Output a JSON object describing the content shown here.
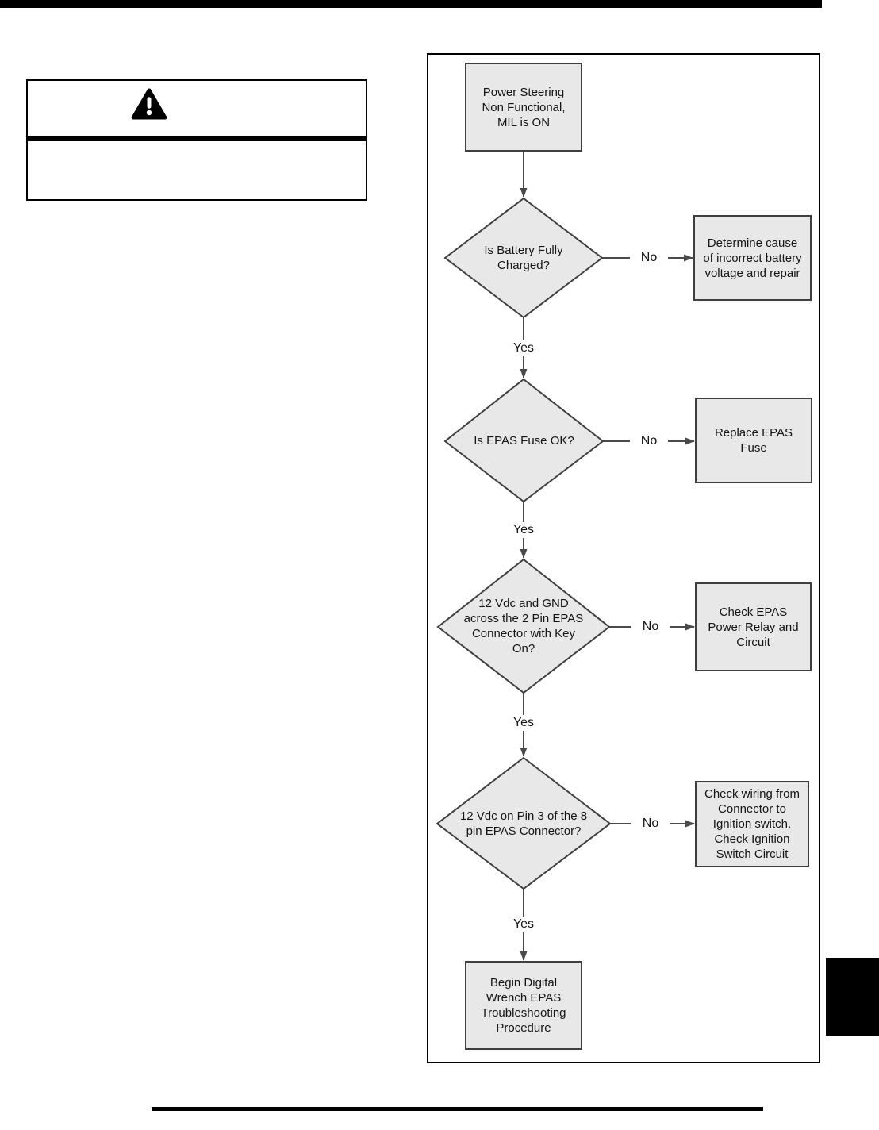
{
  "page": {
    "colors": {
      "node_fill": "#e8e8e8",
      "node_border": "#3f3f3f",
      "connector": "#4a4a4a",
      "page_rule": "#000000"
    }
  },
  "warning": {
    "icon": "warning-triangle"
  },
  "flowchart": {
    "labels": {
      "yes": "Yes",
      "no": "No"
    },
    "nodes": [
      {
        "id": "start",
        "type": "process",
        "lines": [
          "Power Steering",
          "Non Functional,",
          "MIL is ON"
        ]
      },
      {
        "id": "battery-check",
        "type": "decision",
        "lines": [
          "Is Battery Fully",
          "Charged?"
        ]
      },
      {
        "id": "battery-action",
        "type": "process",
        "lines": [
          "Determine cause",
          "of incorrect battery",
          "voltage and repair"
        ]
      },
      {
        "id": "fuse-check",
        "type": "decision",
        "lines": [
          "Is EPAS Fuse OK?"
        ]
      },
      {
        "id": "fuse-action",
        "type": "process",
        "lines": [
          "Replace EPAS",
          "Fuse"
        ]
      },
      {
        "id": "connector2-check",
        "type": "decision",
        "lines": [
          "12 Vdc and GND",
          "across the 2 Pin EPAS",
          "Connector with Key",
          "On?"
        ]
      },
      {
        "id": "relay-action",
        "type": "process",
        "lines": [
          "Check EPAS",
          "Power Relay and",
          "Circuit"
        ]
      },
      {
        "id": "connector8-check",
        "type": "decision",
        "lines": [
          "12 Vdc on Pin 3 of the 8",
          "pin EPAS Connector?"
        ]
      },
      {
        "id": "wiring-action",
        "type": "process",
        "lines": [
          "Check wiring from",
          "Connector to",
          "Ignition switch.",
          "Check Ignition",
          "Switch Circuit"
        ]
      },
      {
        "id": "end",
        "type": "process",
        "lines": [
          "Begin Digital",
          "Wrench EPAS",
          "Troubleshooting",
          "Procedure"
        ]
      }
    ],
    "edges": [
      {
        "from": "start",
        "to": "battery-check",
        "label": ""
      },
      {
        "from": "battery-check",
        "to": "battery-action",
        "label": "No"
      },
      {
        "from": "battery-check",
        "to": "fuse-check",
        "label": "Yes"
      },
      {
        "from": "fuse-check",
        "to": "fuse-action",
        "label": "No"
      },
      {
        "from": "fuse-check",
        "to": "connector2-check",
        "label": "Yes"
      },
      {
        "from": "connector2-check",
        "to": "relay-action",
        "label": "No"
      },
      {
        "from": "connector2-check",
        "to": "connector8-check",
        "label": "Yes"
      },
      {
        "from": "connector8-check",
        "to": "wiring-action",
        "label": "No"
      },
      {
        "from": "connector8-check",
        "to": "end",
        "label": "Yes"
      }
    ]
  }
}
